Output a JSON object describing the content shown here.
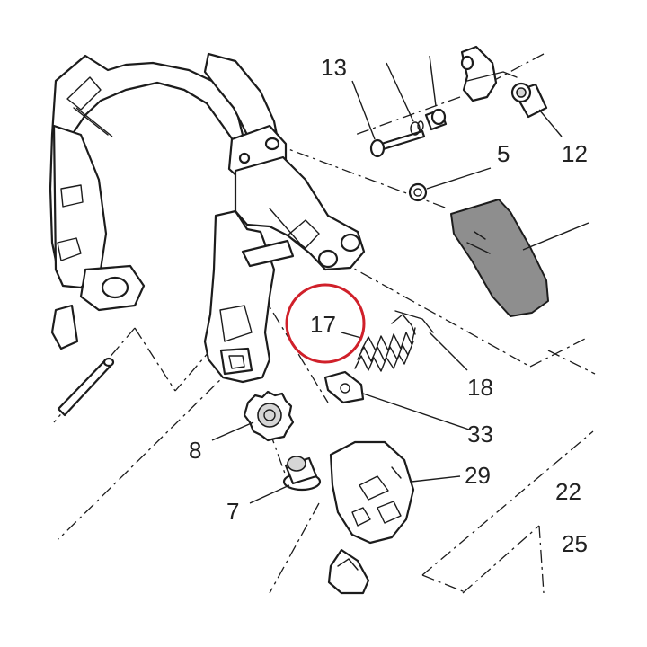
{
  "diagram": {
    "highlight_color": "#d0202a",
    "line_color": "#1c1c1c",
    "shade_color": "#8e8e8e",
    "labels": [
      {
        "id": "13",
        "text": "13"
      },
      {
        "id": "5",
        "text": "5"
      },
      {
        "id": "12",
        "text": "12"
      },
      {
        "id": "17",
        "text": "17"
      },
      {
        "id": "18",
        "text": "18"
      },
      {
        "id": "33",
        "text": "33"
      },
      {
        "id": "8",
        "text": "8"
      },
      {
        "id": "29",
        "text": "29"
      },
      {
        "id": "7",
        "text": "7"
      },
      {
        "id": "22",
        "text": "22"
      },
      {
        "id": "25",
        "text": "25"
      }
    ],
    "highlighted_part": "17"
  }
}
